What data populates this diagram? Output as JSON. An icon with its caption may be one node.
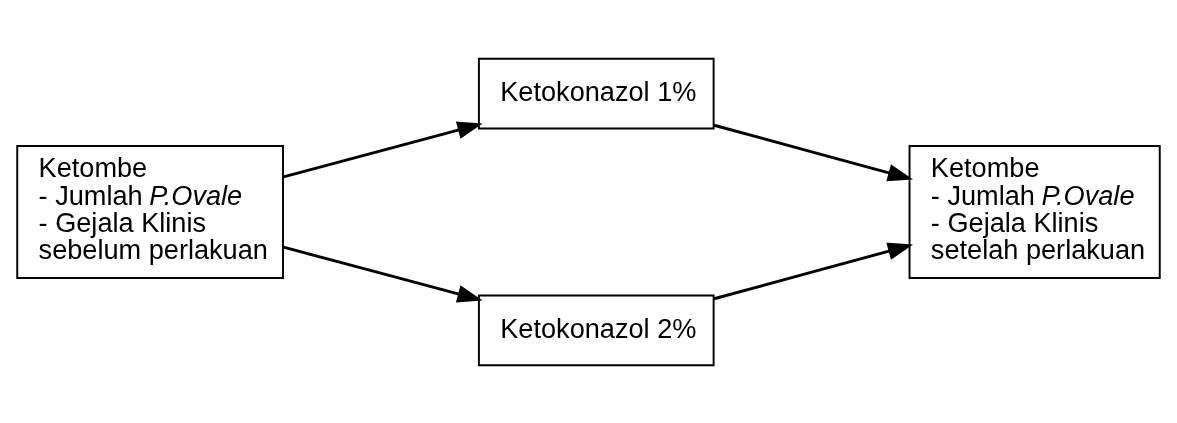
{
  "diagram": {
    "nodes": [
      {
        "text": [
          "Ketombe",
          "- Jumlah *P.Ovale*",
          "- Gejala Klinis",
          "sebelum perlakuan"
        ]
      },
      {
        "text": [
          "Ketokonazol 1%"
        ]
      },
      {
        "text": [
          "Ketokonazol 2%"
        ]
      },
      {
        "text": [
          "Ketombe",
          "- Jumlah *P.Ovale*",
          "- Gejala Klinis",
          "setelah perlakuan"
        ]
      }
    ],
    "edges": [
      {
        "from": 0,
        "to": 1,
        "arrow": "to"
      },
      {
        "from": 0,
        "to": 2,
        "arrow": "to"
      },
      {
        "from": 1,
        "to": 3,
        "arrow": "to"
      },
      {
        "from": 2,
        "to": 3,
        "arrow": "to"
      }
    ]
  }
}
